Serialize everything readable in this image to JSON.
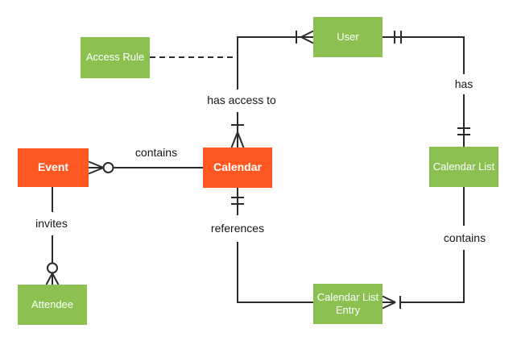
{
  "diagram": {
    "colors": {
      "background": "#FFFFFF",
      "entity_primary": "#FF5722",
      "entity_secondary": "#8CC152",
      "entity_text": "#FFFFFF",
      "line": "#2B2B2B",
      "label_text": "#151515"
    },
    "entities": [
      {
        "id": "event",
        "label": "Event",
        "variant": "orange"
      },
      {
        "id": "calendar",
        "label": "Calendar",
        "variant": "orange"
      },
      {
        "id": "access-rule",
        "label": "Access Rule",
        "variant": "green"
      },
      {
        "id": "user",
        "label": "User",
        "variant": "green"
      },
      {
        "id": "calendar-list",
        "label": "Calendar List",
        "variant": "green"
      },
      {
        "id": "calendar-list-entry",
        "label": "Calendar List Entry",
        "variant": "green"
      },
      {
        "id": "attendee",
        "label": "Attendee",
        "variant": "green"
      }
    ],
    "relationships": [
      {
        "label": "contains",
        "from": "Calendar",
        "to": "Event",
        "from_end": "none",
        "to_end": "zero or many",
        "line": "solid"
      },
      {
        "label": "has access to",
        "from": "User",
        "to": "Calendar",
        "from_end": "one or many",
        "to_end": "one or many",
        "line": "solid"
      },
      {
        "label": "has",
        "from": "User",
        "to": "Calendar List",
        "from_end": "one and only one",
        "to_end": "one and only one",
        "line": "solid"
      },
      {
        "label": "references",
        "from": "Calendar",
        "to": "Calendar List Entry",
        "from_end": "one and only one",
        "to_end": "none",
        "line": "solid"
      },
      {
        "label": "contains",
        "from": "Calendar List",
        "to": "Calendar List Entry",
        "from_end": "none",
        "to_end": "one or many",
        "line": "solid"
      },
      {
        "label": "invites",
        "from": "Event",
        "to": "Attendee",
        "from_end": "none",
        "to_end": "zero or many",
        "line": "solid"
      },
      {
        "label": "",
        "from": "Access Rule",
        "to": "has access to",
        "from_end": "none",
        "to_end": "none",
        "line": "dashed"
      }
    ]
  }
}
